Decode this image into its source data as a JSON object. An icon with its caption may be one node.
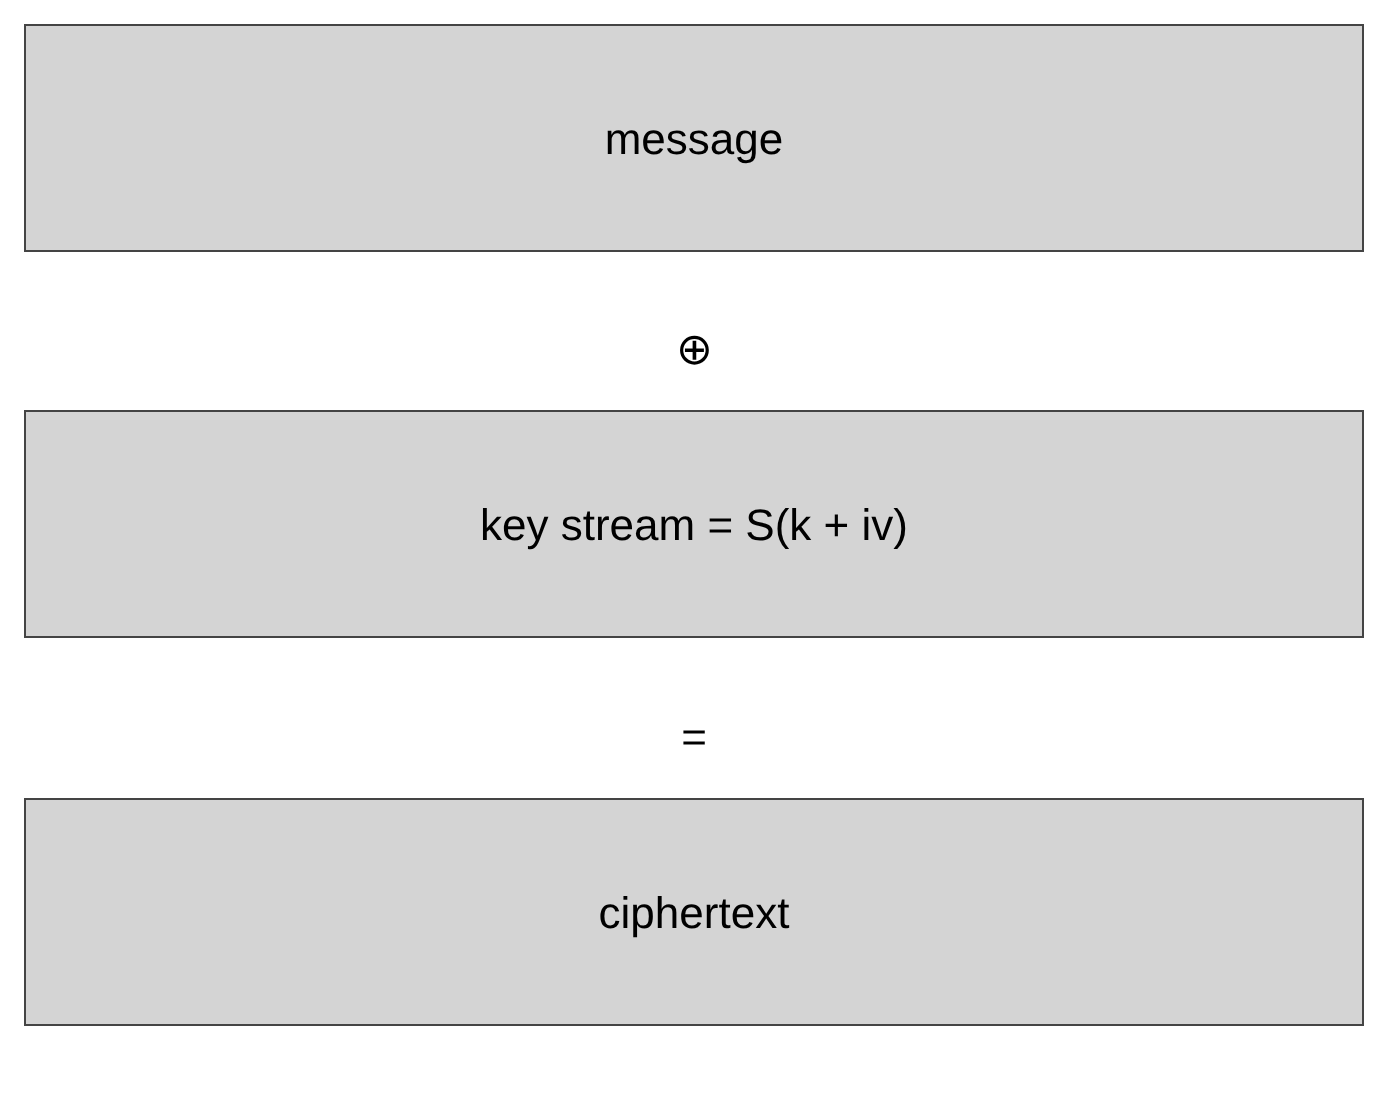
{
  "diagram": {
    "nodes": [
      {
        "text": [
          "message"
        ]
      },
      {
        "text": [
          "key stream = S(k + iv)"
        ]
      },
      {
        "text": [
          "ciphertext"
        ]
      }
    ],
    "labels": [
      "⊕",
      "="
    ]
  }
}
